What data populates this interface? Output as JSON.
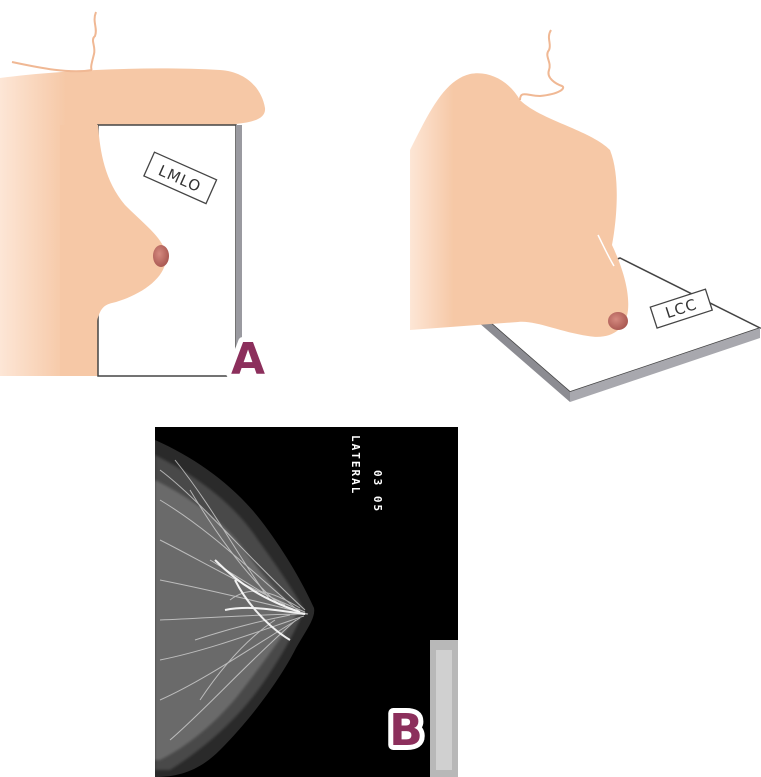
{
  "colors": {
    "skin": "#f6c8a6",
    "skin_light": "#fde6d6",
    "nipple": "#b35f58",
    "plate_outline": "#3a3a3a",
    "plate_side": "#8c8c92",
    "badge_text": "#8c2f5c",
    "badge_halo": "#ffffff",
    "xray_background": "#000000",
    "xray_tissue": "#e8e8e8"
  },
  "panel_a": {
    "plate_label": "LMLO",
    "badge": "A"
  },
  "panel_cc": {
    "plate_label": "LCC"
  },
  "panel_b": {
    "badge": "B",
    "film_text_line1": "LATERAL",
    "film_text_line2": "03 05"
  }
}
